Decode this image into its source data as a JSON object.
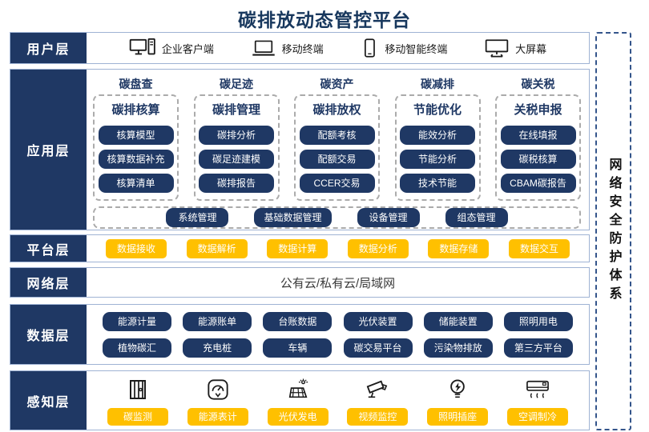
{
  "title": "碳排放动态管控平台",
  "colors": {
    "navy": "#1F3864",
    "yellow": "#FFC000",
    "row_border": "#9FB3D4",
    "title_navy": "#17375D"
  },
  "sidebar": {
    "label": "网络安全防护体系"
  },
  "layers": {
    "user": {
      "label": "用户层",
      "items": [
        {
          "icon": "desktop-client-icon",
          "label": "企业客户端"
        },
        {
          "icon": "laptop-icon",
          "label": "移动终端"
        },
        {
          "icon": "smartphone-icon",
          "label": "移动智能终端"
        },
        {
          "icon": "big-screen-icon",
          "label": "大屏幕"
        }
      ]
    },
    "app": {
      "label": "应用层",
      "columns": [
        {
          "category": "碳盘查",
          "group": "碳排核算",
          "items": [
            "核算模型",
            "核算数据补充",
            "核算清单"
          ]
        },
        {
          "category": "碳足迹",
          "group": "碳排管理",
          "items": [
            "碳排分析",
            "碳足迹建模",
            "碳排报告"
          ]
        },
        {
          "category": "碳资产",
          "group": "碳排放权",
          "items": [
            "配额考核",
            "配额交易",
            "CCER交易"
          ]
        },
        {
          "category": "碳减排",
          "group": "节能优化",
          "items": [
            "能效分析",
            "节能分析",
            "技术节能"
          ]
        },
        {
          "category": "碳关税",
          "group": "关税申报",
          "items": [
            "在线填报",
            "碳税核算",
            "CBAM碳报告"
          ]
        }
      ],
      "common": [
        "系统管理",
        "基础数据管理",
        "设备管理",
        "组态管理"
      ]
    },
    "platform": {
      "label": "平台层",
      "items": [
        "数据接收",
        "数据解析",
        "数据计算",
        "数据分析",
        "数据存储",
        "数据交互"
      ]
    },
    "network": {
      "label": "网络层",
      "text": "公有云/私有云/局域网"
    },
    "data": {
      "label": "数据层",
      "rows": [
        [
          "能源计量",
          "能源账单",
          "台账数据",
          "光伏装置",
          "储能装置",
          "照明用电"
        ],
        [
          "植物碳汇",
          "充电桩",
          "车辆",
          "碳交易平台",
          "污染物排放",
          "第三方平台"
        ]
      ]
    },
    "sense": {
      "label": "感知层",
      "items": [
        {
          "icon": "carbon-monitor-icon",
          "label": "碳监测"
        },
        {
          "icon": "energy-meter-icon",
          "label": "能源表计"
        },
        {
          "icon": "solar-pv-icon",
          "label": "光伏发电"
        },
        {
          "icon": "cctv-camera-icon",
          "label": "视频监控"
        },
        {
          "icon": "light-bulb-icon",
          "label": "照明插座"
        },
        {
          "icon": "air-conditioner-icon",
          "label": "空调制冷"
        }
      ]
    }
  }
}
